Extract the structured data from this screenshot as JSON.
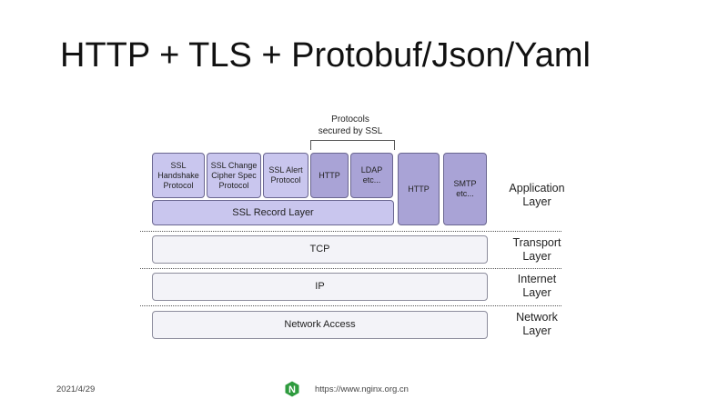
{
  "slide": {
    "title": "HTTP  + TLS  + Protobuf/Json/Yaml",
    "date": "2021/4/29",
    "url": "https://www.nginx.org.cn",
    "logo_letter": "N",
    "colors": {
      "light_box": "#c9c6ee",
      "dark_box": "#a9a3d6",
      "logo_green": "#2e9b3e"
    }
  },
  "diagram": {
    "protocols_label": [
      "Protocols",
      "secured by SSL"
    ],
    "ssl_handshake": [
      "SSL",
      "Handshake",
      "Protocol"
    ],
    "ssl_change_cipher": [
      "SSL Change",
      "Cipher Spec",
      "Protocol"
    ],
    "ssl_alert": [
      "SSL Alert",
      "Protocol"
    ],
    "http_secured": "HTTP",
    "ldap": [
      "LDAP",
      "etc..."
    ],
    "http_plain": "HTTP",
    "smtp": [
      "SMTP",
      "etc..."
    ],
    "ssl_record": "SSL Record Layer",
    "tcp": "TCP",
    "ip": "IP",
    "network_access": "Network Access",
    "layers": {
      "application": [
        "Application",
        "Layer"
      ],
      "transport": [
        "Transport",
        "Layer"
      ],
      "internet": [
        "Internet",
        "Layer"
      ],
      "network": [
        "Network",
        "Layer"
      ]
    }
  }
}
